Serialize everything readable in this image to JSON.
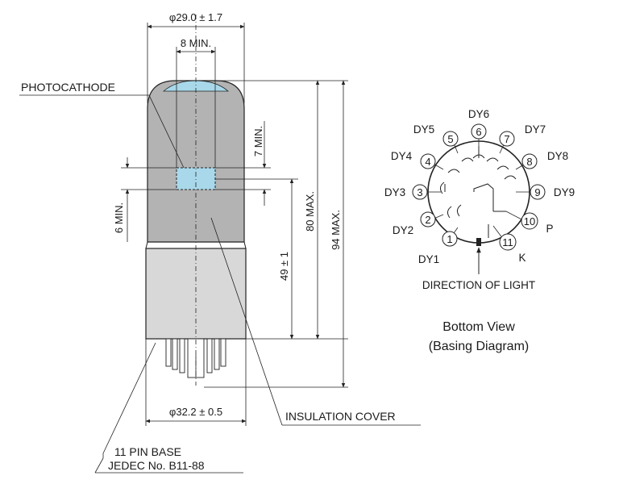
{
  "tube": {
    "dims": {
      "dia_top": "φ29.0 ± 1.7",
      "window_min": "8 MIN.",
      "window_height_min": "7 MIN.",
      "cathode_offset_min": "6 MIN.",
      "center_height": "49 ± 1",
      "body_max": "80 MAX.",
      "total_max": "94 MAX.",
      "dia_base": "φ32.2 ± 0.5"
    },
    "callouts": {
      "photocathode": "PHOTOCATHODE",
      "insulation_cover": "INSULATION COVER",
      "base_line1": "11 PIN BASE",
      "base_line2": "JEDEC No. B11-88"
    }
  },
  "basing": {
    "pins": [
      {
        "num": "1",
        "label": "DY1"
      },
      {
        "num": "2",
        "label": "DY2"
      },
      {
        "num": "3",
        "label": "DY3"
      },
      {
        "num": "4",
        "label": "DY4"
      },
      {
        "num": "5",
        "label": "DY5"
      },
      {
        "num": "6",
        "label": "DY6"
      },
      {
        "num": "7",
        "label": "DY7"
      },
      {
        "num": "8",
        "label": "DY8"
      },
      {
        "num": "9",
        "label": "DY9"
      },
      {
        "num": "10",
        "label": "P"
      },
      {
        "num": "11",
        "label": "K"
      }
    ],
    "light_label": "DIRECTION OF LIGHT",
    "caption_line1": "Bottom View",
    "caption_line2": "(Basing Diagram)"
  },
  "colors": {
    "glass": "#b3b3b3",
    "base": "#d8d8d8",
    "window": "#a8d8ea"
  }
}
